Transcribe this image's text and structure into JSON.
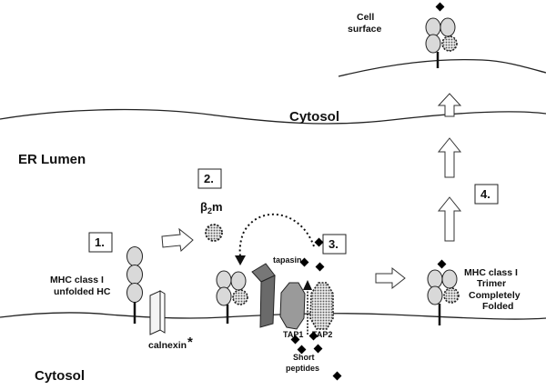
{
  "labels": {
    "cell_surface_1": "Cell",
    "cell_surface_2": "surface",
    "cytosol_top": "Cytosol",
    "er_lumen": "ER Lumen",
    "cytosol_bottom": "Cytosol",
    "beta2m_beta": "β",
    "beta2m_sub": "2",
    "beta2m_m": "m",
    "mhc_unfolded_1": "MHC class I",
    "mhc_unfolded_2": "unfolded HC",
    "calnexin": "calnexin",
    "calnexin_star": "*",
    "tapasin": "tapasin",
    "tap1": "TAP1",
    "tap2": "TAP2",
    "short_peptides_1": "Short",
    "short_peptides_2": "peptides",
    "mhc_trimer_1": "MHC class I",
    "mhc_trimer_2": "Trimer",
    "mhc_trimer_3": "Completely",
    "mhc_trimer_4": "Folded"
  },
  "steps": [
    "1.",
    "2.",
    "3.",
    "4."
  ],
  "colors": {
    "line": "#222222",
    "domain_fill": "#d9d9d9",
    "tapasin_fill": "#777777",
    "tap1_fill": "#9a9a9a",
    "tap2_fill": "#b3b3b3",
    "peptide": "#000000"
  }
}
